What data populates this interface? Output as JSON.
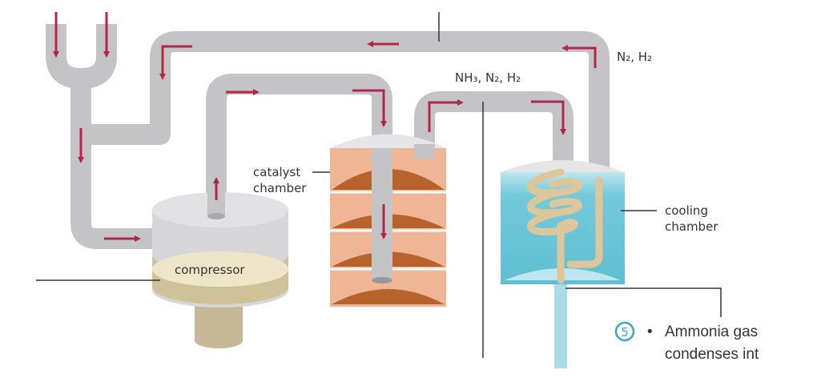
{
  "labels": {
    "catalyst_line1": "catalyst",
    "catalyst_line2": "chamber",
    "cooling_line1": "cooling",
    "cooling_line2": "chamber",
    "compressor": "compressor",
    "mixture": "NH₃, N₂, H₂",
    "recycle": "N₂, H₂"
  },
  "step": {
    "number": "5",
    "bullet": "•",
    "line1": "Ammonia gas",
    "line2": "condenses int"
  },
  "colors": {
    "pipe": "#c4c4c6",
    "arrow": "#b5254a",
    "catalyst_bed": "#f0b595",
    "coolant": "#6cc6d8",
    "coil": "#ddc79a",
    "step_circle": "#3aa8c4"
  }
}
